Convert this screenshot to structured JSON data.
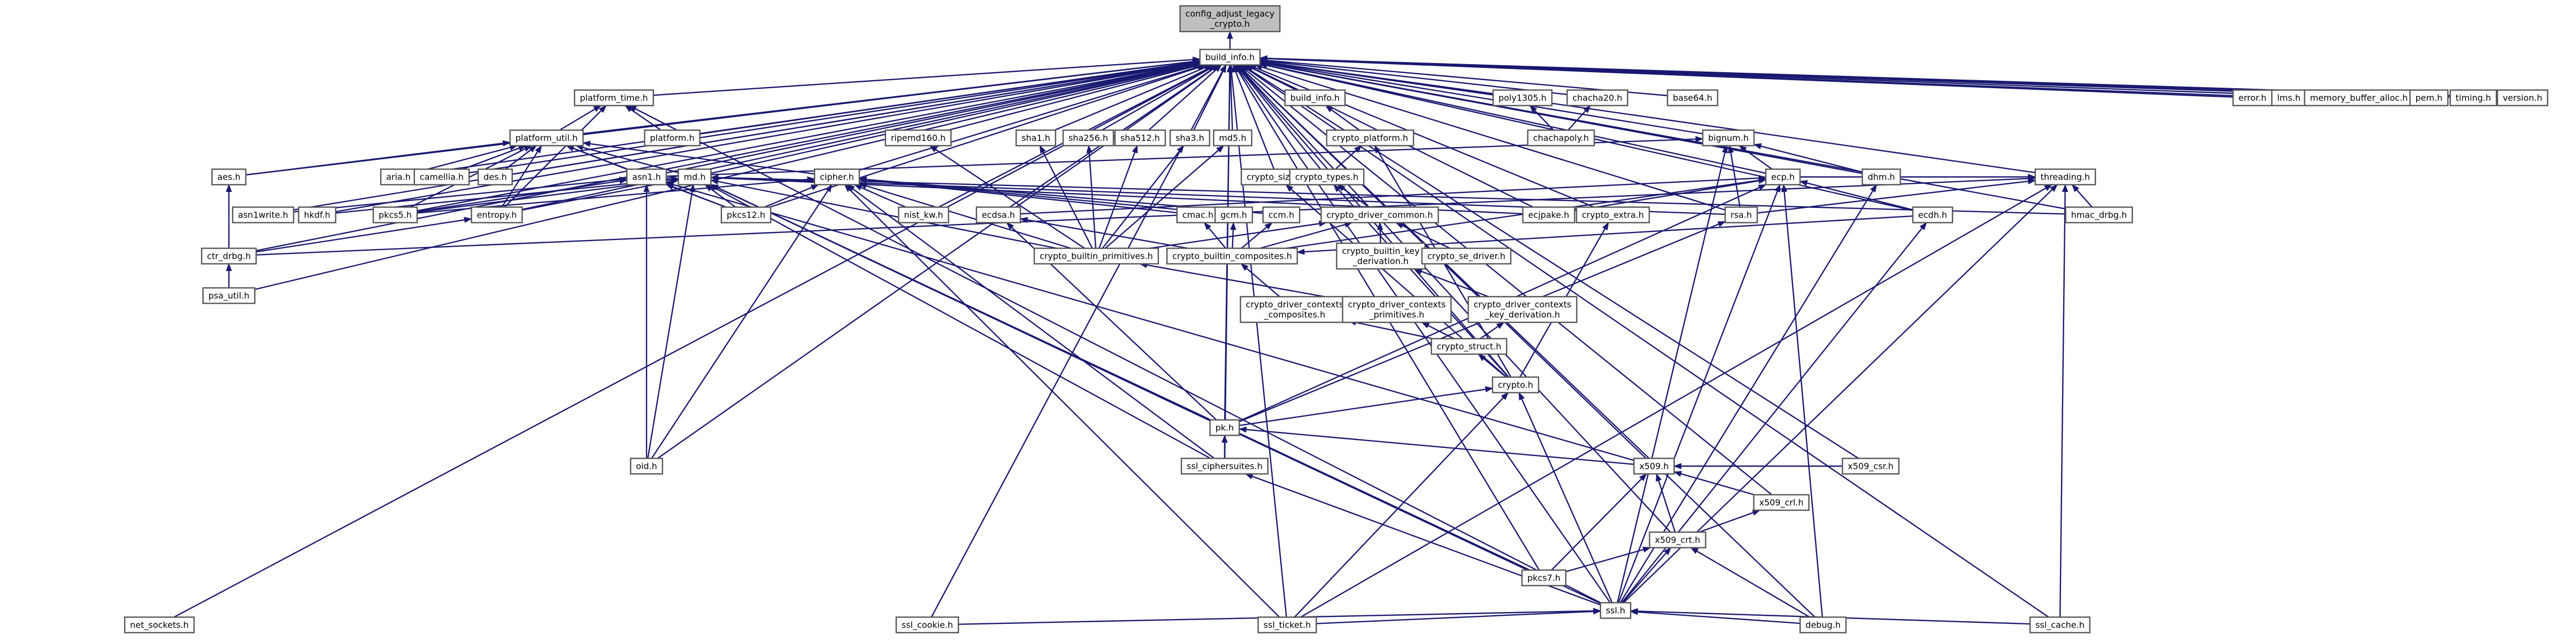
{
  "diagram": {
    "nodes": [
      {
        "id": "config_adjust_legacy_crypto",
        "lines": [
          "config_adjust_legacy",
          "_crypto.h"
        ],
        "root": true
      },
      {
        "id": "build_info",
        "lines": [
          "build_info.h"
        ]
      },
      {
        "id": "platform_time",
        "lines": [
          "platform_time.h"
        ]
      },
      {
        "id": "platform_util",
        "lines": [
          "platform_util.h"
        ]
      },
      {
        "id": "platform",
        "lines": [
          "platform.h"
        ]
      },
      {
        "id": "ripemd160",
        "lines": [
          "ripemd160.h"
        ]
      },
      {
        "id": "sha1",
        "lines": [
          "sha1.h"
        ]
      },
      {
        "id": "sha256",
        "lines": [
          "sha256.h"
        ]
      },
      {
        "id": "sha512",
        "lines": [
          "sha512.h"
        ]
      },
      {
        "id": "sha3",
        "lines": [
          "sha3.h"
        ]
      },
      {
        "id": "md5",
        "lines": [
          "md5.h"
        ]
      },
      {
        "id": "build_info2",
        "lines": [
          "build_info.h"
        ]
      },
      {
        "id": "crypto_platform",
        "lines": [
          "crypto_platform.h"
        ]
      },
      {
        "id": "poly1305",
        "lines": [
          "poly1305.h"
        ]
      },
      {
        "id": "chacha20",
        "lines": [
          "chacha20.h"
        ]
      },
      {
        "id": "chachapoly",
        "lines": [
          "chachapoly.h"
        ]
      },
      {
        "id": "base64",
        "lines": [
          "base64.h"
        ]
      },
      {
        "id": "bignum",
        "lines": [
          "bignum.h"
        ]
      },
      {
        "id": "error",
        "lines": [
          "error.h"
        ]
      },
      {
        "id": "lms",
        "lines": [
          "lms.h"
        ]
      },
      {
        "id": "memory_buffer_alloc",
        "lines": [
          "memory_buffer_alloc.h"
        ]
      },
      {
        "id": "pem",
        "lines": [
          "pem.h"
        ]
      },
      {
        "id": "timing",
        "lines": [
          "timing.h"
        ]
      },
      {
        "id": "version",
        "lines": [
          "version.h"
        ]
      },
      {
        "id": "aes",
        "lines": [
          "aes.h"
        ]
      },
      {
        "id": "aria",
        "lines": [
          "aria.h"
        ]
      },
      {
        "id": "camellia",
        "lines": [
          "camellia.h"
        ]
      },
      {
        "id": "des",
        "lines": [
          "des.h"
        ]
      },
      {
        "id": "asn1",
        "lines": [
          "asn1.h"
        ]
      },
      {
        "id": "md",
        "lines": [
          "md.h"
        ]
      },
      {
        "id": "cipher",
        "lines": [
          "cipher.h"
        ]
      },
      {
        "id": "crypto_sizes",
        "lines": [
          "crypto_sizes.h"
        ]
      },
      {
        "id": "crypto_types",
        "lines": [
          "crypto_types.h"
        ]
      },
      {
        "id": "ecp",
        "lines": [
          "ecp.h"
        ]
      },
      {
        "id": "dhm",
        "lines": [
          "dhm.h"
        ]
      },
      {
        "id": "threading",
        "lines": [
          "threading.h"
        ]
      },
      {
        "id": "asn1write",
        "lines": [
          "asn1write.h"
        ]
      },
      {
        "id": "hkdf",
        "lines": [
          "hkdf.h"
        ]
      },
      {
        "id": "pkcs5",
        "lines": [
          "pkcs5.h"
        ]
      },
      {
        "id": "entropy",
        "lines": [
          "entropy.h"
        ]
      },
      {
        "id": "pkcs12",
        "lines": [
          "pkcs12.h"
        ]
      },
      {
        "id": "nist_kw",
        "lines": [
          "nist_kw.h"
        ]
      },
      {
        "id": "ecdsa",
        "lines": [
          "ecdsa.h"
        ]
      },
      {
        "id": "cmac",
        "lines": [
          "cmac.h"
        ]
      },
      {
        "id": "gcm",
        "lines": [
          "gcm.h"
        ]
      },
      {
        "id": "ccm",
        "lines": [
          "ccm.h"
        ]
      },
      {
        "id": "crypto_driver_common",
        "lines": [
          "crypto_driver_common.h"
        ]
      },
      {
        "id": "ecjpake",
        "lines": [
          "ecjpake.h"
        ]
      },
      {
        "id": "crypto_extra",
        "lines": [
          "crypto_extra.h"
        ]
      },
      {
        "id": "rsa",
        "lines": [
          "rsa.h"
        ]
      },
      {
        "id": "ecdh",
        "lines": [
          "ecdh.h"
        ]
      },
      {
        "id": "hmac_drbg",
        "lines": [
          "hmac_drbg.h"
        ]
      },
      {
        "id": "ctr_drbg",
        "lines": [
          "ctr_drbg.h"
        ]
      },
      {
        "id": "psa_util",
        "lines": [
          "psa_util.h"
        ]
      },
      {
        "id": "crypto_builtin_primitives",
        "lines": [
          "crypto_builtin_primitives.h"
        ]
      },
      {
        "id": "crypto_builtin_composites",
        "lines": [
          "crypto_builtin_composites.h"
        ]
      },
      {
        "id": "crypto_builtin_key_derivation",
        "lines": [
          "crypto_builtin_key",
          "_derivation.h"
        ]
      },
      {
        "id": "crypto_se_driver",
        "lines": [
          "crypto_se_driver.h"
        ]
      },
      {
        "id": "crypto_driver_contexts_composites",
        "lines": [
          "crypto_driver_contexts",
          "_composites.h"
        ]
      },
      {
        "id": "crypto_driver_contexts_primitives",
        "lines": [
          "crypto_driver_contexts",
          "_primitives.h"
        ]
      },
      {
        "id": "crypto_driver_contexts_key_derivation",
        "lines": [
          "crypto_driver_contexts",
          "_key_derivation.h"
        ]
      },
      {
        "id": "crypto_struct",
        "lines": [
          "crypto_struct.h"
        ]
      },
      {
        "id": "crypto",
        "lines": [
          "crypto.h"
        ]
      },
      {
        "id": "pk",
        "lines": [
          "pk.h"
        ]
      },
      {
        "id": "ssl_ciphersuites",
        "lines": [
          "ssl_ciphersuites.h"
        ]
      },
      {
        "id": "oid",
        "lines": [
          "oid.h"
        ]
      },
      {
        "id": "x509",
        "lines": [
          "x509.h"
        ]
      },
      {
        "id": "x509_csr",
        "lines": [
          "x509_csr.h"
        ]
      },
      {
        "id": "x509_crl",
        "lines": [
          "x509_crl.h"
        ]
      },
      {
        "id": "x509_crt",
        "lines": [
          "x509_crt.h"
        ]
      },
      {
        "id": "pkcs7",
        "lines": [
          "pkcs7.h"
        ]
      },
      {
        "id": "ssl",
        "lines": [
          "ssl.h"
        ]
      },
      {
        "id": "net_sockets",
        "lines": [
          "net_sockets.h"
        ]
      },
      {
        "id": "ssl_cookie",
        "lines": [
          "ssl_cookie.h"
        ]
      },
      {
        "id": "ssl_ticket",
        "lines": [
          "ssl_ticket.h"
        ]
      },
      {
        "id": "debug",
        "lines": [
          "debug.h"
        ]
      },
      {
        "id": "ssl_cache",
        "lines": [
          "ssl_cache.h"
        ]
      }
    ],
    "edges": [
      [
        "build_info",
        "config_adjust_legacy_crypto"
      ],
      [
        "platform_time",
        "build_info"
      ],
      [
        "platform_util",
        "build_info"
      ],
      [
        "platform",
        "build_info"
      ],
      [
        "ripemd160",
        "build_info"
      ],
      [
        "sha1",
        "build_info"
      ],
      [
        "sha256",
        "build_info"
      ],
      [
        "sha512",
        "build_info"
      ],
      [
        "sha3",
        "build_info"
      ],
      [
        "md5",
        "build_info"
      ],
      [
        "build_info2",
        "build_info"
      ],
      [
        "poly1305",
        "build_info"
      ],
      [
        "chacha20",
        "build_info"
      ],
      [
        "base64",
        "build_info"
      ],
      [
        "bignum",
        "build_info"
      ],
      [
        "error",
        "build_info"
      ],
      [
        "lms",
        "build_info"
      ],
      [
        "memory_buffer_alloc",
        "build_info"
      ],
      [
        "pem",
        "build_info"
      ],
      [
        "timing",
        "build_info"
      ],
      [
        "version",
        "build_info"
      ],
      [
        "aes",
        "build_info"
      ],
      [
        "aria",
        "build_info"
      ],
      [
        "camellia",
        "build_info"
      ],
      [
        "des",
        "build_info"
      ],
      [
        "asn1",
        "build_info"
      ],
      [
        "md",
        "build_info"
      ],
      [
        "cipher",
        "build_info"
      ],
      [
        "crypto_sizes",
        "build_info"
      ],
      [
        "crypto_types",
        "build_info"
      ],
      [
        "ecp",
        "build_info"
      ],
      [
        "dhm",
        "build_info"
      ],
      [
        "threading",
        "build_info"
      ],
      [
        "asn1write",
        "build_info"
      ],
      [
        "hkdf",
        "build_info"
      ],
      [
        "pkcs5",
        "build_info"
      ],
      [
        "entropy",
        "build_info"
      ],
      [
        "pkcs12",
        "build_info"
      ],
      [
        "nist_kw",
        "build_info"
      ],
      [
        "ecdsa",
        "build_info"
      ],
      [
        "ecjpake",
        "build_info"
      ],
      [
        "crypto_extra",
        "build_info"
      ],
      [
        "rsa",
        "build_info"
      ],
      [
        "ecdh",
        "build_info"
      ],
      [
        "hmac_drbg",
        "build_info"
      ],
      [
        "ctr_drbg",
        "build_info"
      ],
      [
        "psa_util",
        "build_info"
      ],
      [
        "pk",
        "build_info"
      ],
      [
        "ssl_ciphersuites",
        "build_info"
      ],
      [
        "oid",
        "build_info"
      ],
      [
        "x509",
        "build_info"
      ],
      [
        "x509_csr",
        "build_info"
      ],
      [
        "x509_crl",
        "build_info"
      ],
      [
        "x509_crt",
        "build_info"
      ],
      [
        "pkcs7",
        "build_info"
      ],
      [
        "ssl",
        "build_info"
      ],
      [
        "net_sockets",
        "build_info"
      ],
      [
        "ssl_cookie",
        "build_info"
      ],
      [
        "ssl_ticket",
        "build_info"
      ],
      [
        "debug",
        "build_info"
      ],
      [
        "ssl_cache",
        "build_info"
      ],
      [
        "crypto",
        "build_info"
      ],
      [
        "platform_util",
        "platform_time"
      ],
      [
        "platform",
        "platform_time"
      ],
      [
        "ssl",
        "platform_time"
      ],
      [
        "entropy",
        "platform_time"
      ],
      [
        "aes",
        "platform_util"
      ],
      [
        "aria",
        "platform_util"
      ],
      [
        "camellia",
        "platform_util"
      ],
      [
        "des",
        "platform_util"
      ],
      [
        "asn1",
        "platform_util"
      ],
      [
        "md",
        "platform_util"
      ],
      [
        "cipher",
        "platform_util"
      ],
      [
        "pkcs5",
        "platform_util"
      ],
      [
        "entropy",
        "platform_util"
      ],
      [
        "pkcs12",
        "platform_util"
      ],
      [
        "crypto_platform",
        "build_info2"
      ],
      [
        "crypto_types",
        "crypto_platform"
      ],
      [
        "crypto_types",
        "crypto_sizes"
      ],
      [
        "chachapoly",
        "chacha20"
      ],
      [
        "chachapoly",
        "poly1305"
      ],
      [
        "crypto_builtin_primitives",
        "ripemd160"
      ],
      [
        "crypto_builtin_primitives",
        "sha1"
      ],
      [
        "crypto_builtin_primitives",
        "sha256"
      ],
      [
        "crypto_builtin_primitives",
        "sha512"
      ],
      [
        "crypto_builtin_primitives",
        "sha3"
      ],
      [
        "crypto_builtin_primitives",
        "md5"
      ],
      [
        "crypto_builtin_primitives",
        "cipher"
      ],
      [
        "crypto_builtin_primitives",
        "md"
      ],
      [
        "crypto_builtin_primitives",
        "crypto_driver_common"
      ],
      [
        "asn1",
        "bignum"
      ],
      [
        "ecp",
        "bignum"
      ],
      [
        "dhm",
        "bignum"
      ],
      [
        "rsa",
        "bignum"
      ],
      [
        "ctr_drbg",
        "aes"
      ],
      [
        "psa_util",
        "ctr_drbg"
      ],
      [
        "asn1write",
        "asn1"
      ],
      [
        "pkcs5",
        "asn1"
      ],
      [
        "pkcs12",
        "asn1"
      ],
      [
        "oid",
        "asn1"
      ],
      [
        "x509",
        "asn1"
      ],
      [
        "hkdf",
        "md"
      ],
      [
        "pkcs5",
        "md"
      ],
      [
        "pkcs12",
        "md"
      ],
      [
        "entropy",
        "md"
      ],
      [
        "ecjpake",
        "md"
      ],
      [
        "rsa",
        "md"
      ],
      [
        "hmac_drbg",
        "md"
      ],
      [
        "oid",
        "md"
      ],
      [
        "pk",
        "md"
      ],
      [
        "ssl_ciphersuites",
        "md"
      ],
      [
        "ssl",
        "md"
      ],
      [
        "pkcs7",
        "md"
      ],
      [
        "nist_kw",
        "cipher"
      ],
      [
        "cmac",
        "cipher"
      ],
      [
        "gcm",
        "cipher"
      ],
      [
        "ccm",
        "cipher"
      ],
      [
        "pkcs12",
        "cipher"
      ],
      [
        "pkcs5",
        "cipher"
      ],
      [
        "oid",
        "cipher"
      ],
      [
        "ssl_ciphersuites",
        "cipher"
      ],
      [
        "ssl_ticket",
        "cipher"
      ],
      [
        "crypto_driver_common",
        "crypto_types"
      ],
      [
        "crypto_builtin_composites",
        "cmac"
      ],
      [
        "crypto_builtin_composites",
        "gcm"
      ],
      [
        "crypto_builtin_composites",
        "ccm"
      ],
      [
        "crypto_builtin_composites",
        "crypto_driver_common"
      ],
      [
        "ecdsa",
        "ecp"
      ],
      [
        "ecjpake",
        "ecp"
      ],
      [
        "ecdh",
        "ecp"
      ],
      [
        "pk",
        "ecp"
      ],
      [
        "ssl",
        "ecp"
      ],
      [
        "crypto_builtin_composites",
        "ecp"
      ],
      [
        "hmac_drbg",
        "threading"
      ],
      [
        "ecp",
        "threading"
      ],
      [
        "rsa",
        "threading"
      ],
      [
        "ssl",
        "threading"
      ],
      [
        "ssl_cache",
        "threading"
      ],
      [
        "ssl_ticket",
        "threading"
      ],
      [
        "ctr_drbg",
        "threading"
      ],
      [
        "crypto_builtin_composites",
        "ecdsa"
      ],
      [
        "crypto_builtin_key_derivation",
        "crypto_driver_common"
      ],
      [
        "crypto_se_driver",
        "crypto_driver_common"
      ],
      [
        "crypto_driver_contexts_composites",
        "crypto_builtin_composites"
      ],
      [
        "crypto_driver_contexts_primitives",
        "crypto_builtin_primitives"
      ],
      [
        "crypto_driver_contexts_key_derivation",
        "crypto_builtin_key_derivation"
      ],
      [
        "crypto_struct",
        "crypto_driver_contexts_primitives"
      ],
      [
        "crypto_struct",
        "crypto_driver_contexts_composites"
      ],
      [
        "crypto_struct",
        "crypto_driver_contexts_key_derivation"
      ],
      [
        "crypto",
        "crypto_struct"
      ],
      [
        "crypto",
        "crypto_extra"
      ],
      [
        "crypto",
        "crypto_types"
      ],
      [
        "crypto",
        "crypto_sizes"
      ],
      [
        "crypto",
        "crypto_platform"
      ],
      [
        "pk",
        "crypto"
      ],
      [
        "pk",
        "rsa"
      ],
      [
        "pk",
        "ecdsa"
      ],
      [
        "x509",
        "pk"
      ],
      [
        "ssl_ciphersuites",
        "pk"
      ],
      [
        "ssl",
        "ssl_ciphersuites"
      ],
      [
        "x509_csr",
        "x509"
      ],
      [
        "x509_crl",
        "x509"
      ],
      [
        "x509_crt",
        "x509"
      ],
      [
        "x509_crt",
        "x509_crl"
      ],
      [
        "pkcs7",
        "x509_crt"
      ],
      [
        "pkcs7",
        "x509"
      ],
      [
        "ssl",
        "x509_crt"
      ],
      [
        "ssl",
        "dhm"
      ],
      [
        "ssl",
        "ecdh"
      ],
      [
        "ssl",
        "bignum"
      ],
      [
        "ssl",
        "crypto"
      ],
      [
        "ssl_cookie",
        "ssl"
      ],
      [
        "ssl_ticket",
        "ssl"
      ],
      [
        "debug",
        "ssl"
      ],
      [
        "ssl_cache",
        "ssl"
      ],
      [
        "debug",
        "ecp"
      ],
      [
        "debug",
        "x509_crt"
      ],
      [
        "ssl_ticket",
        "crypto"
      ],
      [
        "ecdh",
        "crypto_builtin_composites"
      ],
      [
        "ctr_drbg",
        "entropy"
      ]
    ]
  }
}
